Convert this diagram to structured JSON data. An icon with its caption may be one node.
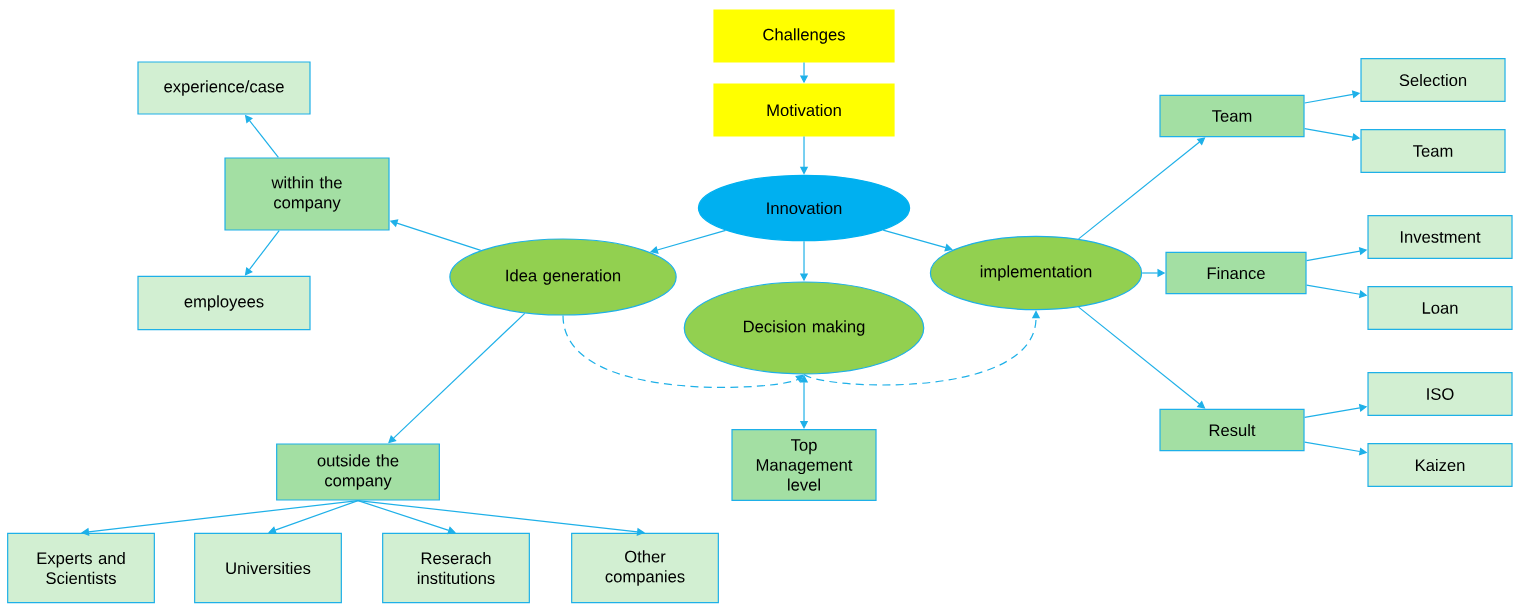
{
  "diagram": {
    "nodes": [
      {
        "text": [
          "Challenges"
        ]
      },
      {
        "text": [
          "Motivation"
        ]
      },
      {
        "text": [
          "Innovation"
        ]
      },
      {
        "text": [
          "experience/case"
        ]
      },
      {
        "text": [
          "within the company"
        ]
      },
      {
        "text": [
          "Idea generation"
        ]
      },
      {
        "text": [
          "Decision making"
        ]
      },
      {
        "text": [
          "implementation"
        ]
      },
      {
        "text": [
          "Team"
        ]
      },
      {
        "text": [
          "Selection"
        ]
      },
      {
        "text": [
          "Team"
        ]
      },
      {
        "text": [
          "employees"
        ]
      },
      {
        "text": [
          "Finance"
        ]
      },
      {
        "text": [
          "Investment"
        ]
      },
      {
        "text": [
          "Loan"
        ]
      },
      {
        "text": [
          "Result"
        ]
      },
      {
        "text": [
          "ISO"
        ]
      },
      {
        "text": [
          "Kaizen"
        ]
      },
      {
        "text": [
          "Top Management level"
        ]
      },
      {
        "text": [
          "outside the company"
        ]
      },
      {
        "text": [
          "Experts and Scientists"
        ]
      },
      {
        "text": [
          "Universities"
        ]
      },
      {
        "text": [
          "Reserach institutions"
        ]
      },
      {
        "text": [
          "Other companies"
        ]
      }
    ],
    "edges": [
      {
        "from": 0,
        "to": 1,
        "arrow": "to"
      },
      {
        "from": 1,
        "to": 2,
        "arrow": "to"
      },
      {
        "from": 2,
        "to": 5,
        "arrow": "to"
      },
      {
        "from": 2,
        "to": 6,
        "arrow": "to"
      },
      {
        "from": 2,
        "to": 7,
        "arrow": "to"
      },
      {
        "from": 5,
        "to": 4,
        "arrow": "to"
      },
      {
        "from": 4,
        "to": 3,
        "arrow": "to"
      },
      {
        "from": 4,
        "to": 11,
        "arrow": "to"
      },
      {
        "from": 5,
        "to": 19,
        "arrow": "to"
      },
      {
        "from": 19,
        "to": 20,
        "arrow": "to"
      },
      {
        "from": 19,
        "to": 21,
        "arrow": "to"
      },
      {
        "from": 19,
        "to": 22,
        "arrow": "to"
      },
      {
        "from": 19,
        "to": 23,
        "arrow": "to"
      },
      {
        "from": 7,
        "to": 8,
        "arrow": "to"
      },
      {
        "from": 7,
        "to": 12,
        "arrow": "to"
      },
      {
        "from": 7,
        "to": 15,
        "arrow": "to"
      },
      {
        "from": 8,
        "to": 9,
        "arrow": "to"
      },
      {
        "from": 8,
        "to": 10,
        "arrow": "to"
      },
      {
        "from": 12,
        "to": 13,
        "arrow": "to"
      },
      {
        "from": 12,
        "to": 14,
        "arrow": "to"
      },
      {
        "from": 15,
        "to": 16,
        "arrow": "to"
      },
      {
        "from": 15,
        "to": 17,
        "arrow": "to"
      },
      {
        "from": 18,
        "to": 6,
        "arrow": "both"
      },
      {
        "from": 5,
        "to": 6,
        "arrow": "to",
        "style": "dashed"
      },
      {
        "from": 6,
        "to": 7,
        "arrow": "to",
        "style": "dashed"
      }
    ]
  }
}
